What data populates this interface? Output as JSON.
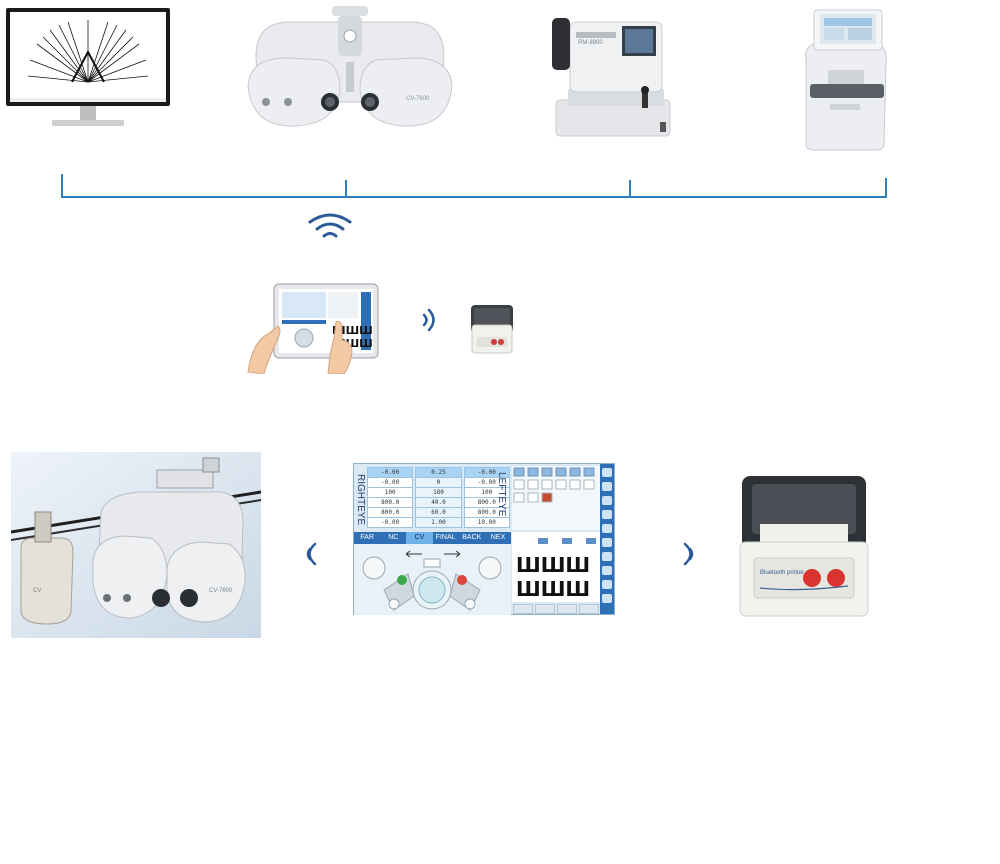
{
  "devices_top": {
    "chart_monitor": {
      "name": "chart-monitor"
    },
    "phoropter": {
      "brand_text": "CV-7600"
    },
    "autorefractor": {
      "brand_text": "RM-8900"
    },
    "lensmeter": {
      "name": "lensmeter"
    }
  },
  "bottom_phoropter": {
    "brand_text": "CV-7600"
  },
  "printer": {
    "label_text": "Bluetooth printer"
  },
  "control_panel": {
    "left_label": "RIGHTEYE",
    "right_label": "LEFTEYE",
    "table": [
      [
        "-0.00",
        "0.25",
        "-0.00"
      ],
      [
        "-0.00",
        "0",
        "-0.00"
      ],
      [
        "100",
        "180",
        "100"
      ],
      [
        "800.0",
        "40.0",
        "800.0"
      ],
      [
        "800.0",
        "60.0",
        "800.0"
      ],
      [
        "-0.00",
        "1.00",
        "10.00"
      ]
    ],
    "tabs": [
      "FAR",
      "NC",
      "CV",
      "FINAL",
      "BACK",
      "NEX"
    ],
    "active_tab": "CV"
  },
  "colors": {
    "bracket": "#2e7fbf",
    "wifi": "#2a5a9a",
    "panel_blue": "#2f6fb5"
  }
}
